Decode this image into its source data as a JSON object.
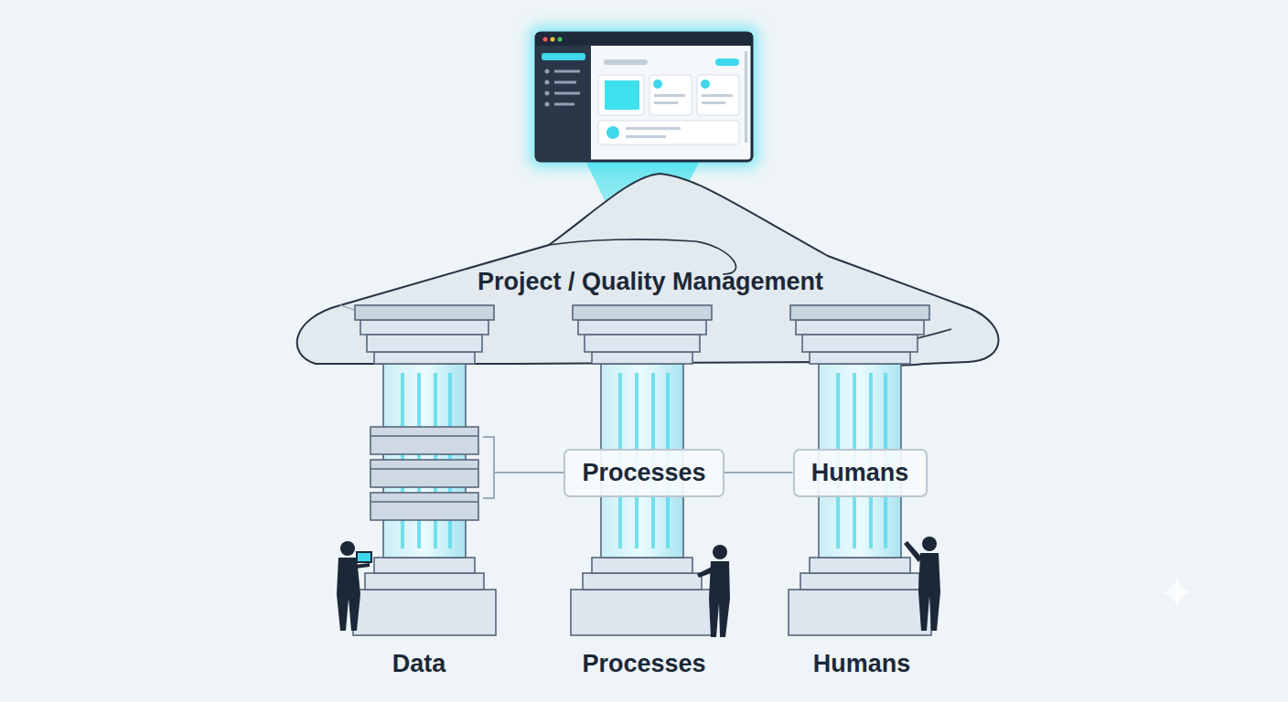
{
  "diagram": {
    "nodes": [
      {
        "text": [
          "Project / Quality Management"
        ]
      },
      {
        "text": [
          "Processes"
        ]
      },
      {
        "text": [
          "Humans"
        ]
      }
    ],
    "edges": [
      {
        "from": 1,
        "to": 2,
        "arrow": "none"
      }
    ],
    "labels": [
      "Data",
      "Processes",
      "Humans"
    ]
  }
}
